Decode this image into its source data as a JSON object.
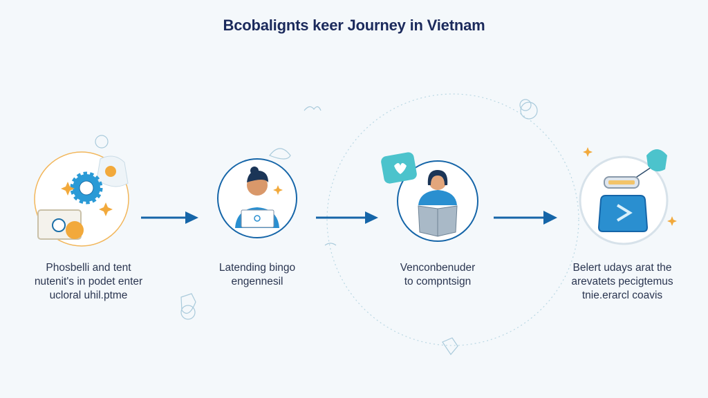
{
  "title": "Bcobalignts keer Journey in Vietnam",
  "steps": [
    {
      "lines": [
        "Phosbelli and tent",
        "nutenit's in podet enter",
        "ucloral uhil.ptme"
      ],
      "icon": "gear-laptop-icon"
    },
    {
      "lines": [
        "Latending bingo",
        "engennesil"
      ],
      "icon": "person-laptop-icon"
    },
    {
      "lines": [
        "Venconbenuder",
        "to compntsign"
      ],
      "icon": "person-reading-icon"
    },
    {
      "lines": [
        "Belert udays arat the",
        "arevatets pecigtemus",
        "tnie.erarcl coavis"
      ],
      "icon": "terminal-device-icon"
    }
  ],
  "colors": {
    "accent": "#1565a8",
    "orange": "#f2a93b",
    "teal": "#4cc3cc",
    "title": "#1b2a5c"
  }
}
